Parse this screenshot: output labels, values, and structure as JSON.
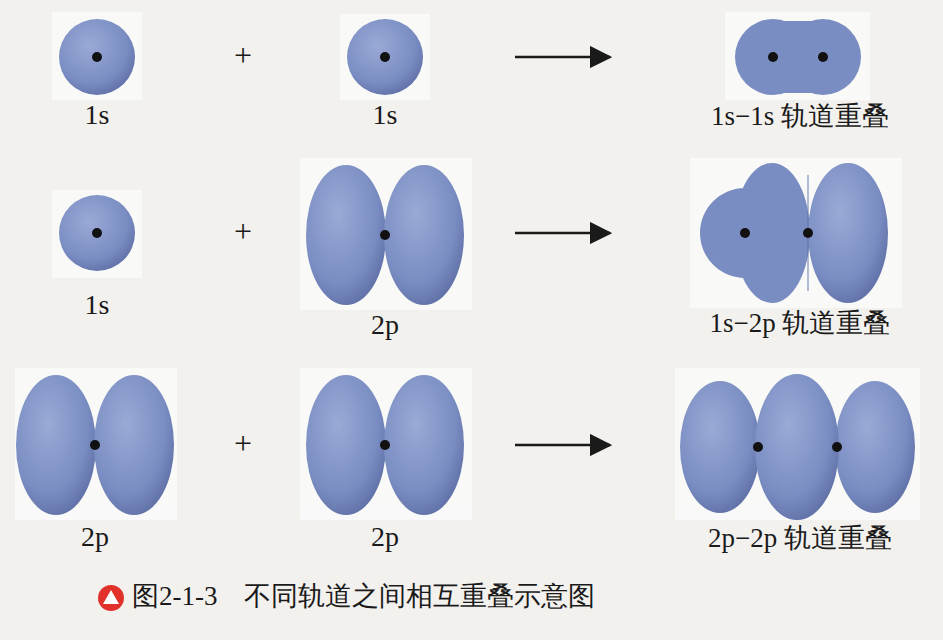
{
  "diagram": {
    "caption": "图2-1-3　不同轨道之间相互重叠示意图",
    "labels": [
      "1s",
      "+",
      "1s",
      "1s−1s 轨道重叠",
      "1s",
      "+",
      "2p",
      "1s−2p 轨道重叠",
      "2p",
      "+",
      "2p",
      "2p−2p 轨道重叠"
    ]
  }
}
